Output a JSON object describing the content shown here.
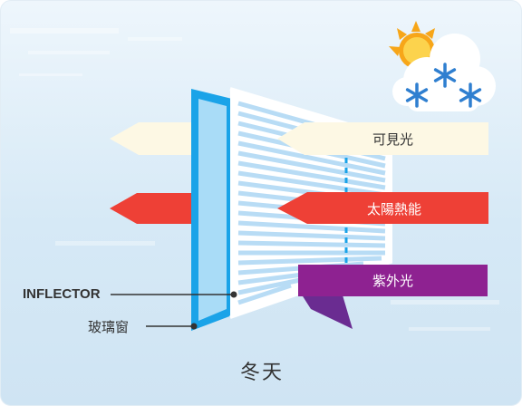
{
  "arrows": {
    "visible_light": "可見光",
    "solar_heat": "太陽熱能",
    "uv": "紫外光"
  },
  "callouts": {
    "inflector": "INFLECTOR",
    "window_glass": "玻璃窗"
  },
  "season": "冬天",
  "icons": {
    "weather": "sun-behind-snow-cloud-icon"
  },
  "colors": {
    "visible_light_arrow": "#fdf8e4",
    "solar_heat_arrow": "#ee4036",
    "uv_arrow": "#8e2291",
    "uv_arrow_dark": "#6a2c91",
    "glass_frame": "#1aa3e8",
    "glass_fill": "#a9dcf7",
    "blind_slats": "#b8dcf5",
    "snowflake": "#2f7fd0",
    "sun": "#f7a619"
  }
}
